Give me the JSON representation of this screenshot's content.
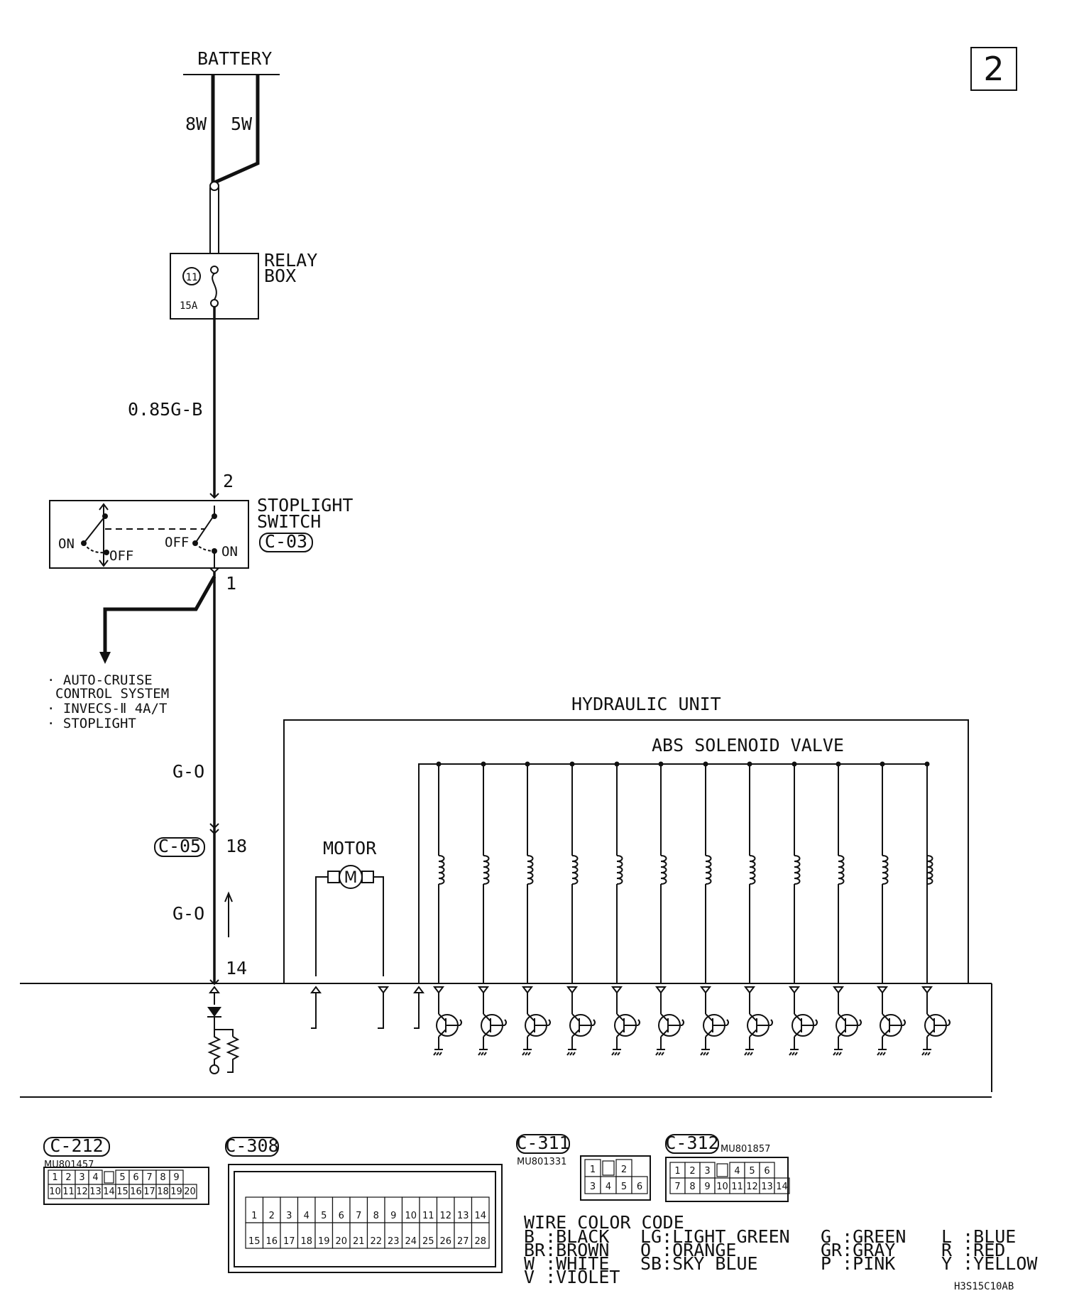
{
  "page_number": "2",
  "battery": {
    "label": "BATTERY",
    "wire_left": "8W",
    "wire_right": "5W"
  },
  "relay_box": {
    "label_line1": "RELAY",
    "label_line2": "BOX",
    "fuse_number": "11",
    "fuse_rating": "15A"
  },
  "wire_power": "0.85G-B",
  "stoplight_switch": {
    "label_line1": "STOPLIGHT",
    "label_line2": "SWITCH",
    "connector": "C-03",
    "pin_top": "2",
    "pin_bottom": "1",
    "left_on": "ON",
    "left_off": "OFF",
    "right_off": "OFF",
    "right_on": "ON"
  },
  "branch_targets": [
    "· AUTO-CRUISE",
    "CONTROL SYSTEM",
    "· INVECS-Ⅱ 4A/T",
    "· STOPLIGHT"
  ],
  "wire_go_upper": "G-O",
  "junction_connector": {
    "label": "C-05",
    "pin": "18"
  },
  "wire_go_lower": "G-O",
  "ecu_pin": "14",
  "hydraulic_unit": {
    "label": "HYDRAULIC UNIT",
    "solenoid_label": "ABS SOLENOID VALVE",
    "motor_label": "MOTOR",
    "motor_symbol": "M"
  },
  "connectors": {
    "c212": {
      "label": "C-212",
      "part": "MU801457",
      "row1": [
        "1",
        "2",
        "3",
        "4",
        "",
        "5",
        "6",
        "7",
        "8",
        "9"
      ],
      "row2": [
        "10",
        "11",
        "12",
        "13",
        "14",
        "15",
        "16",
        "17",
        "18",
        "19",
        "20"
      ]
    },
    "c308": {
      "label": "C-308",
      "row1": [
        "1",
        "2",
        "3",
        "4",
        "5",
        "6",
        "7",
        "8",
        "9",
        "10",
        "11",
        "12",
        "13",
        "14"
      ],
      "row2": [
        "15",
        "16",
        "17",
        "18",
        "19",
        "20",
        "21",
        "22",
        "23",
        "24",
        "25",
        "26",
        "27",
        "28"
      ]
    },
    "c311": {
      "label": "C-311",
      "part": "MU801331",
      "row1": [
        "1",
        "",
        "2"
      ],
      "row2": [
        "3",
        "4",
        "5",
        "6"
      ]
    },
    "c312": {
      "label": "C-312",
      "part": "MU801857",
      "row1": [
        "1",
        "2",
        "3",
        "",
        "4",
        "5",
        "6"
      ],
      "row2": [
        "7",
        "8",
        "9",
        "10",
        "11",
        "12",
        "13",
        "14"
      ]
    }
  },
  "wire_color_code": {
    "title": "WIRE COLOR CODE",
    "col1": [
      "B :BLACK",
      "BR:BROWN",
      "W :WHITE",
      "V :VIOLET"
    ],
    "col2": [
      "LG:LIGHT GREEN",
      "O :ORANGE",
      "SB:SKY BLUE"
    ],
    "col3": [
      "G :GREEN",
      "GR:GRAY",
      "P :PINK"
    ],
    "col4": [
      "L :BLUE",
      "R :RED",
      "Y :YELLOW"
    ]
  },
  "figure_code": "H3S15C10AB"
}
